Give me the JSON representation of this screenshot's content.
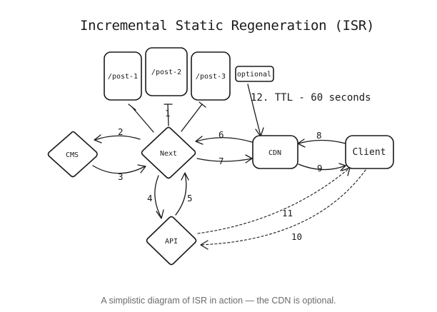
{
  "diagram": {
    "title": "Incremental Static Regeneration (ISR)",
    "nodes": {
      "cms": "CMS",
      "next": "Next",
      "api": "API",
      "cdn": "CDN",
      "client": "Client",
      "post1": "/post-1",
      "post2": "/post-2",
      "post3": "/post-3",
      "optional": "optional"
    },
    "ttl_note": "12. TTL - 60 seconds",
    "edge_labels": {
      "e1": "1",
      "e2": "2",
      "e3": "3",
      "e4": "4",
      "e5": "5",
      "e6": "6",
      "e7": "7",
      "e8": "8",
      "e9": "9",
      "e10": "10",
      "e11": "11"
    }
  },
  "caption": "A simplistic diagram of ISR in action — the CDN is optional."
}
